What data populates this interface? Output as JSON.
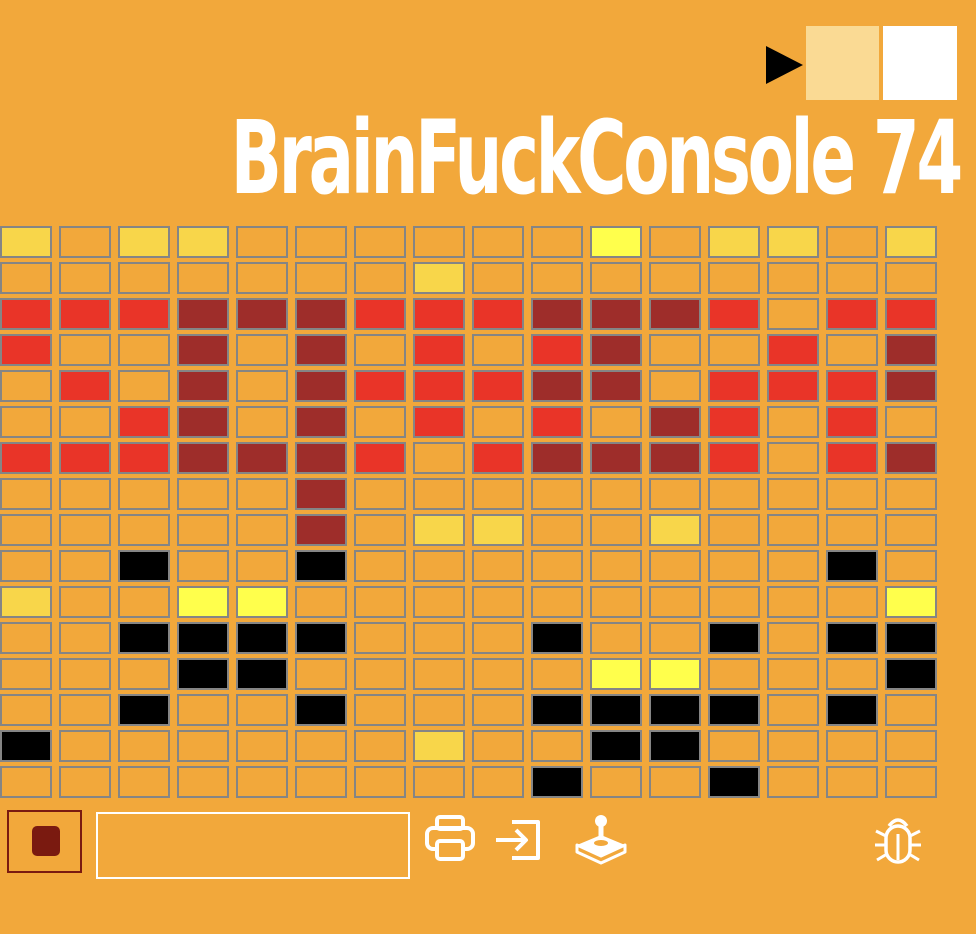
{
  "header": {
    "title": "BrainFuckConsole 74",
    "swatch_colors": [
      "#FADA94",
      "#FFFFFF"
    ]
  },
  "palette": {
    "0": "#F2A83B",
    "1": "#F8D64A",
    "2": "#FFFF4C",
    "3": "#E93428",
    "4": "#9E2D2A",
    "5": "#000000"
  },
  "grid": {
    "rows": [
      "1011000000201101",
      "0000000100000000",
      "3334443334443033",
      "3004040303400304",
      "0304043334403334",
      "0034040303043030",
      "3334443034443034",
      "0000040000000000",
      "0000040110010000",
      "0050050000000050",
      "1002200000000002",
      "0055550005005055",
      "0005500000220005",
      "0050050005555050",
      "5000000100550000",
      "0000000005005000"
    ]
  },
  "toolbar": {
    "stop_icon": "stop-icon",
    "output_value": "",
    "output_placeholder": "",
    "icons": [
      "printer-icon",
      "import-icon",
      "joystick-icon",
      "bug-icon"
    ]
  }
}
